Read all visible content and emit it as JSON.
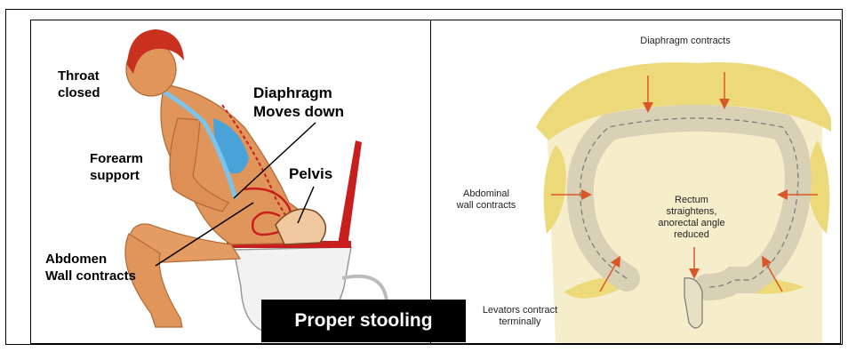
{
  "left_diagram": {
    "labels": {
      "throat": "Throat\nclosed",
      "forearm": "Forearm\nsupport",
      "abdomen": "Abdomen\nWall contracts",
      "diaphragm": "Diaphragm\nMoves down",
      "pelvis": "Pelvis"
    }
  },
  "right_diagram": {
    "labels": {
      "diaphragm": "Diaphragm contracts",
      "abdominal": "Abdominal\nwall contracts",
      "rectum": "Rectum\nstraightens,\nanorectal angle\nreduced",
      "levators": "Levators contract\nterminally"
    }
  },
  "caption": "Proper stooling",
  "colors": {
    "skin": "#e0955a",
    "hair": "#c9301e",
    "seat": "#c81e1e",
    "lung": "#4aa3d8",
    "colon_bg": "#f6eecb",
    "muscle": "#ecd97a",
    "arrow": "#d9582a"
  }
}
